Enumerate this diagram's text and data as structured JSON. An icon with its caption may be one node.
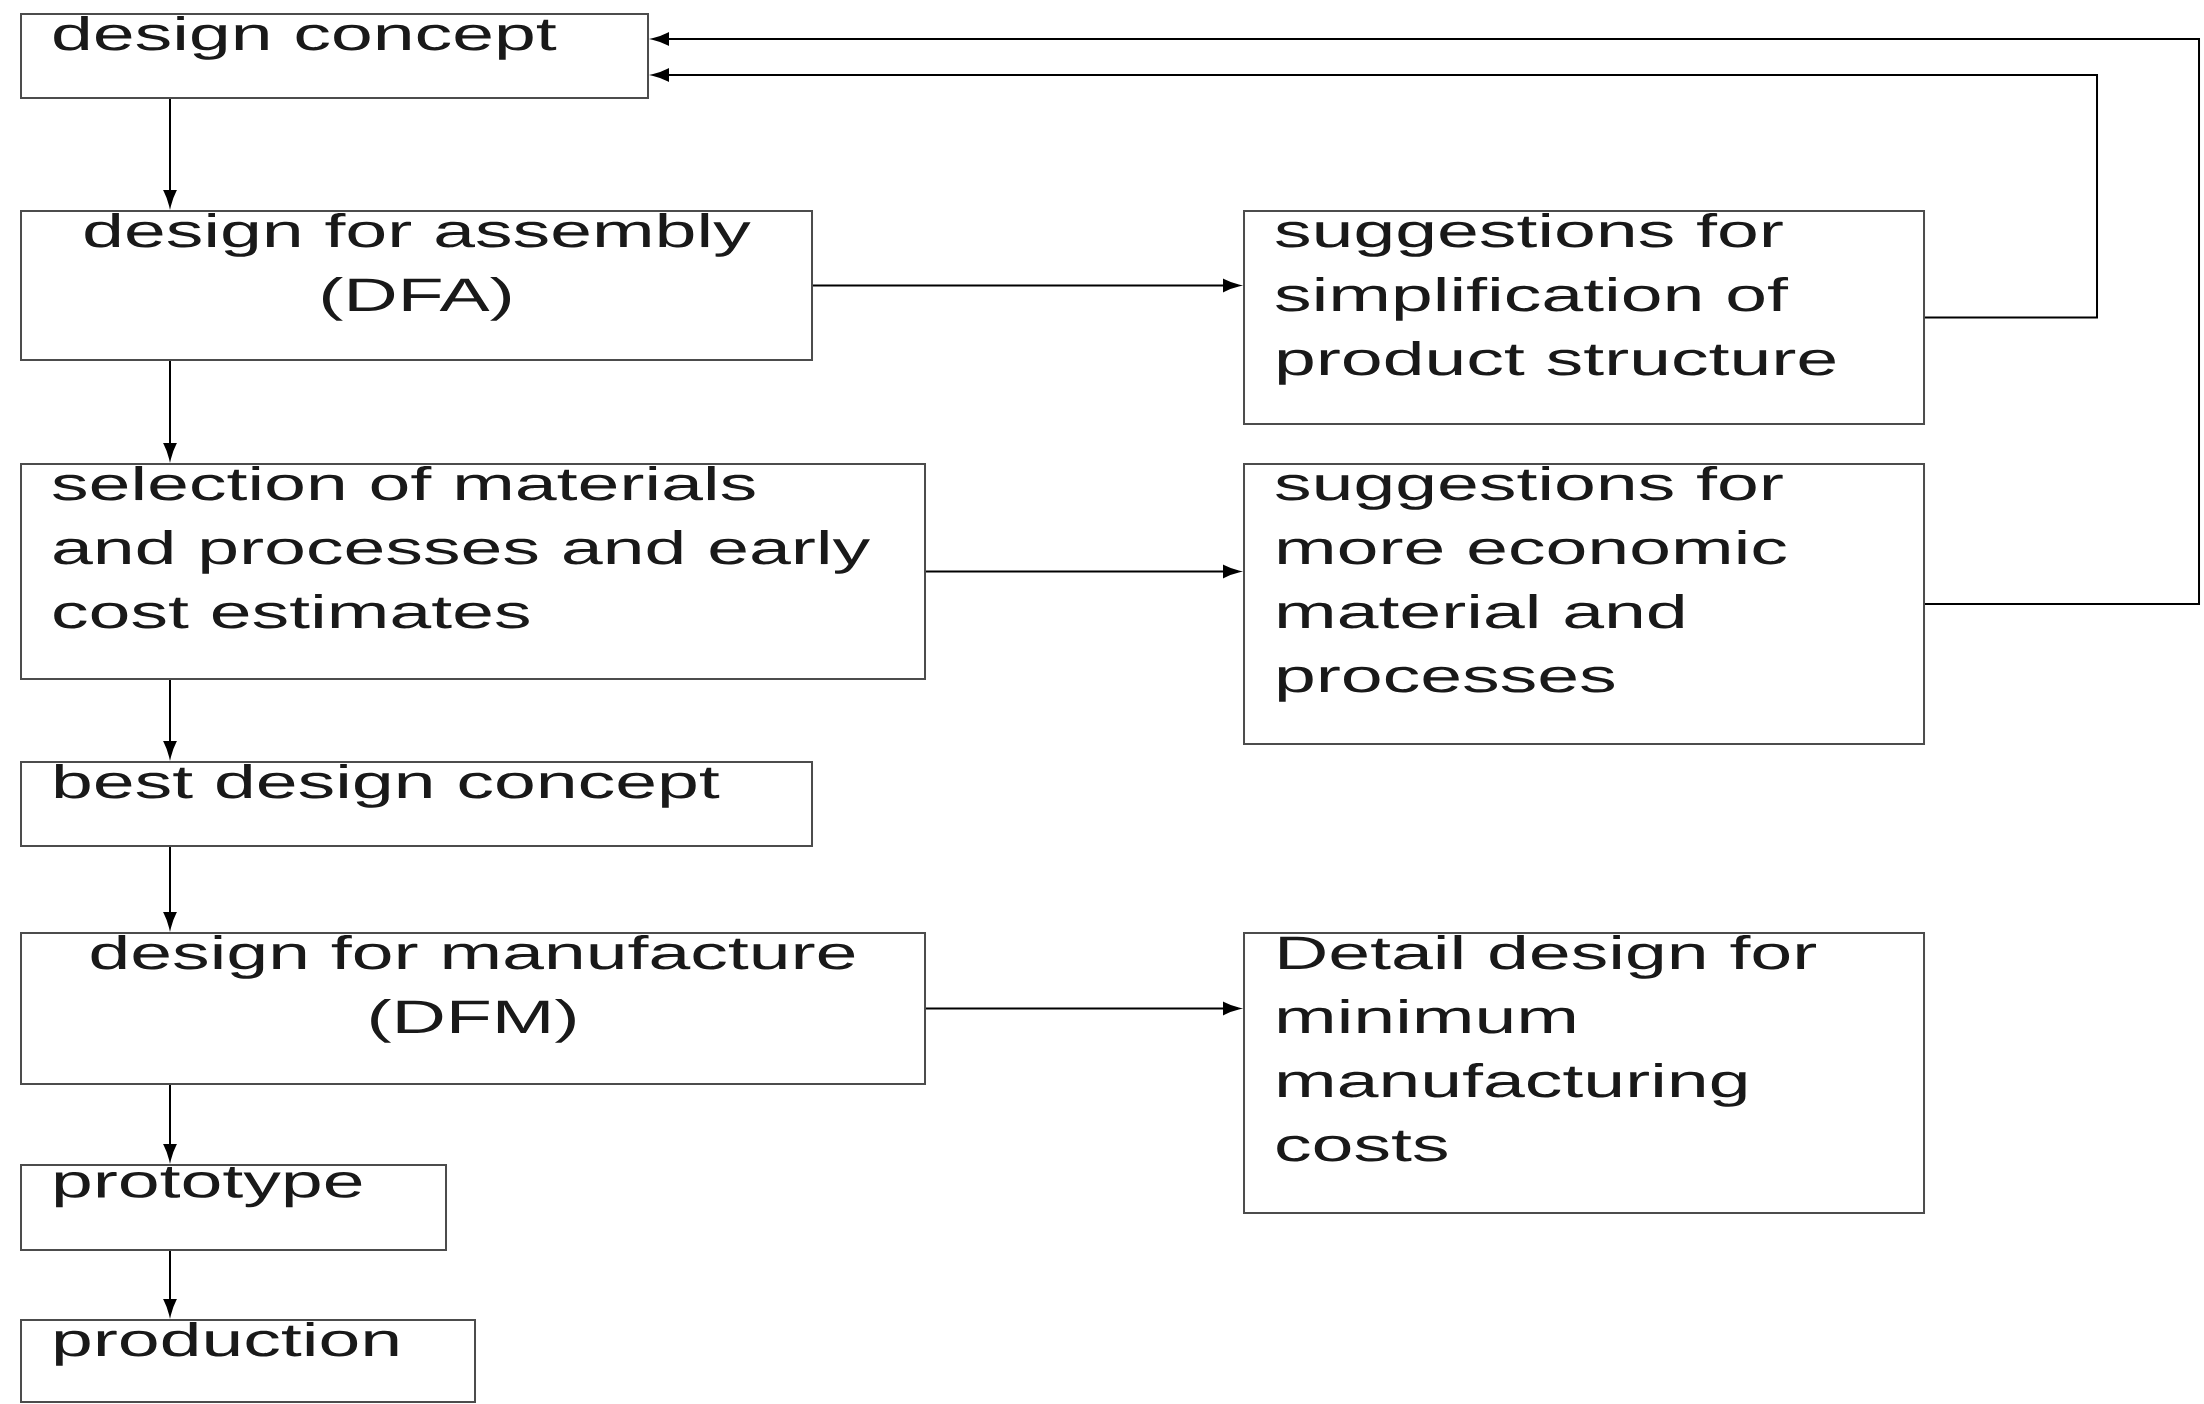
{
  "diagram": {
    "nodes": [
      {
        "text": [
          "design concept"
        ]
      },
      {
        "text": [
          "design for assembly (DFA)"
        ]
      },
      {
        "text": [
          "suggestions for simplification of product structure"
        ]
      },
      {
        "text": [
          "selection of materials and processes and early cost estimates"
        ]
      },
      {
        "text": [
          "suggestions for more economic material and processes"
        ]
      },
      {
        "text": [
          "best design concept"
        ]
      },
      {
        "text": [
          "design for manufacture (DFM)"
        ]
      },
      {
        "text": [
          "Detail design for minimum manufacturing costs"
        ]
      },
      {
        "text": [
          "prototype"
        ]
      },
      {
        "text": [
          "production"
        ]
      }
    ],
    "edges": [
      {
        "from": 0,
        "to": 1,
        "arrow": "to"
      },
      {
        "from": 1,
        "to": 2,
        "arrow": "to"
      },
      {
        "from": 2,
        "to": 0,
        "arrow": "to"
      },
      {
        "from": 1,
        "to": 3,
        "arrow": "to"
      },
      {
        "from": 3,
        "to": 4,
        "arrow": "to"
      },
      {
        "from": 4,
        "to": 0,
        "arrow": "to"
      },
      {
        "from": 3,
        "to": 5,
        "arrow": "to"
      },
      {
        "from": 5,
        "to": 6,
        "arrow": "to"
      },
      {
        "from": 6,
        "to": 7,
        "arrow": "to"
      },
      {
        "from": 6,
        "to": 8,
        "arrow": "to"
      },
      {
        "from": 8,
        "to": 9,
        "arrow": "to"
      }
    ]
  }
}
